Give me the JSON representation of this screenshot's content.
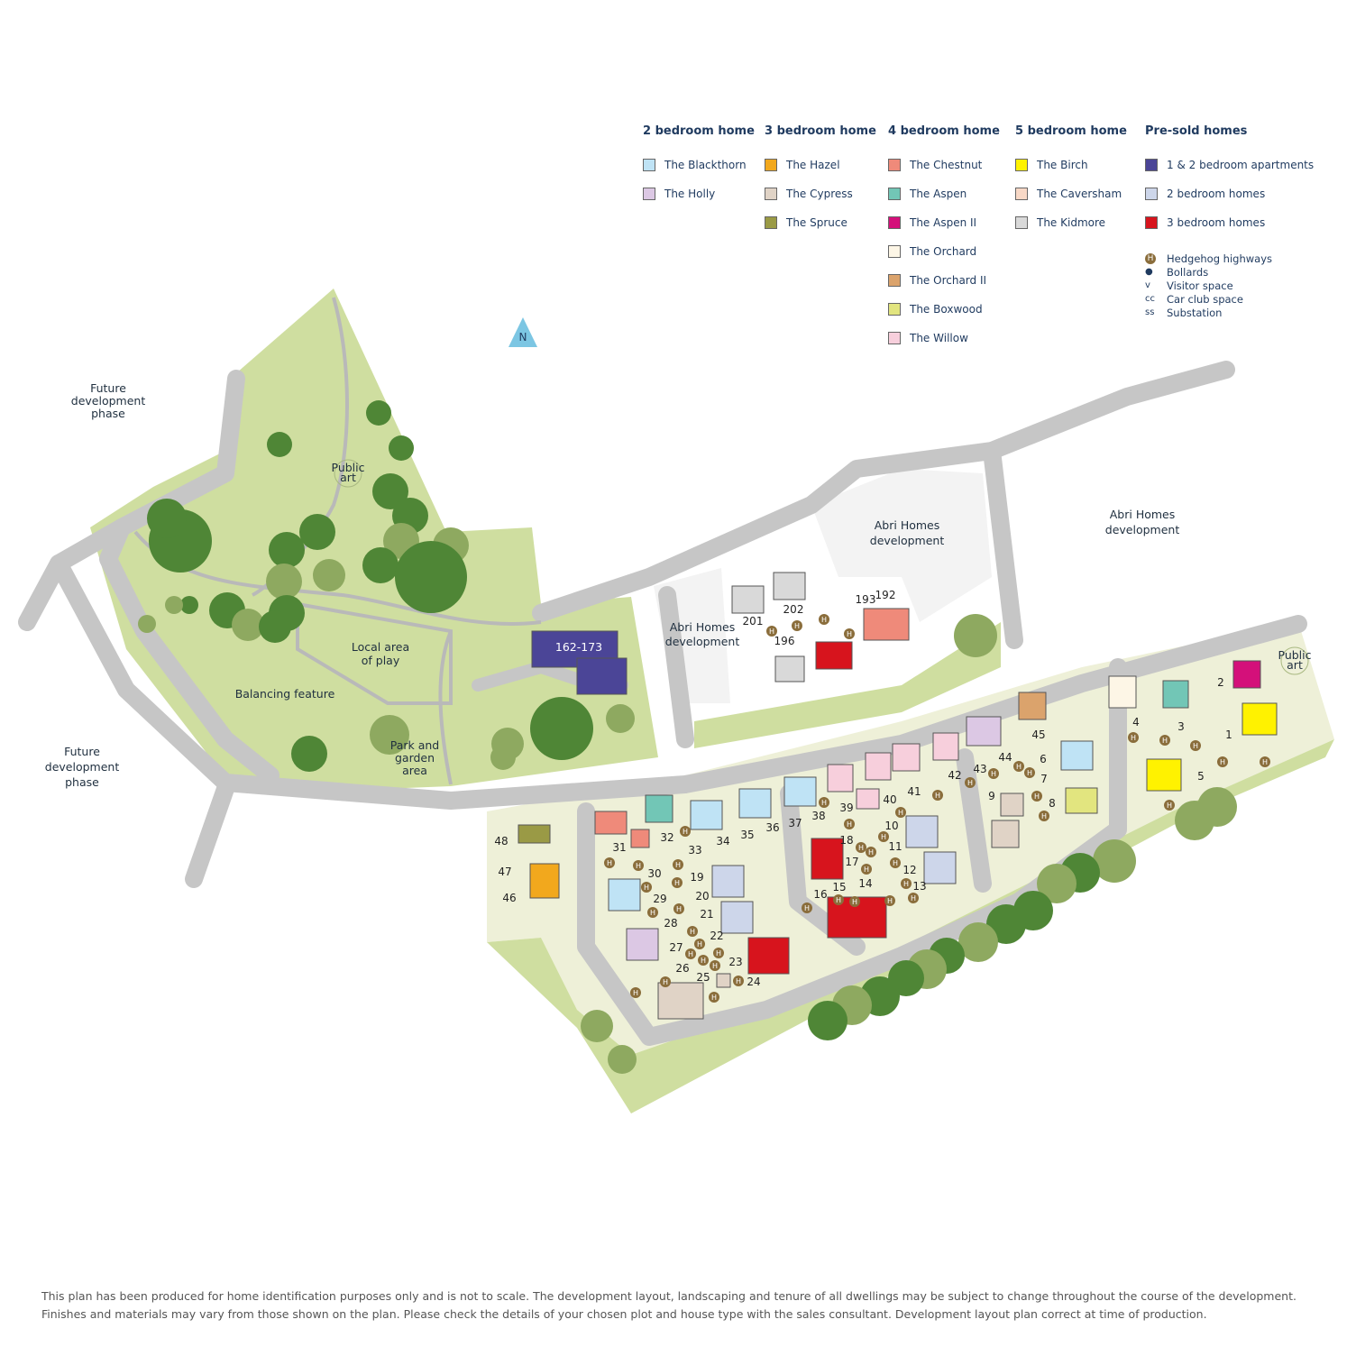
{
  "legend": {
    "groups": [
      {
        "title": "2 bedroom home",
        "items": [
          {
            "label": "The Blackthorn",
            "color": "#bfe3f5"
          },
          {
            "label": "The Holly",
            "color": "#dcc8e4"
          }
        ]
      },
      {
        "title": "3 bedroom home",
        "items": [
          {
            "label": "The Hazel",
            "color": "#f2a81d"
          },
          {
            "label": "The Cypress",
            "color": "#e0d3c6"
          },
          {
            "label": "The Spruce",
            "color": "#9a9a45"
          }
        ]
      },
      {
        "title": "4 bedroom home",
        "items": [
          {
            "label": "The Chestnut",
            "color": "#ef8a7a"
          },
          {
            "label": "The Aspen",
            "color": "#72c6b6"
          },
          {
            "label": "The Aspen II",
            "color": "#d4107a"
          },
          {
            "label": "The Orchard",
            "color": "#fdf6e6"
          },
          {
            "label": "The Orchard II",
            "color": "#dba36c"
          },
          {
            "label": "The Boxwood",
            "color": "#e2e57f"
          },
          {
            "label": "The Willow",
            "color": "#f7cfdc"
          }
        ]
      },
      {
        "title": "5 bedroom home",
        "items": [
          {
            "label": "The Birch",
            "color": "#fff200"
          },
          {
            "label": "The Caversham",
            "color": "#f8d8c6"
          },
          {
            "label": "The Kidmore",
            "color": "#d9d9d9"
          }
        ]
      },
      {
        "title": "Pre-sold homes",
        "items": [
          {
            "label": "1 & 2 bedroom apartments",
            "color": "#4b4597"
          },
          {
            "label": "2 bedroom homes",
            "color": "#cdd6ea"
          },
          {
            "label": "3 bedroom homes",
            "color": "#d7141d"
          }
        ]
      }
    ],
    "symbols": [
      {
        "key": "H",
        "label": "Hedgehog highways"
      },
      {
        "key": "●",
        "label": "Bollards"
      },
      {
        "key": "v",
        "label": "Visitor space"
      },
      {
        "key": "cc",
        "label": "Car club space"
      },
      {
        "key": "ss",
        "label": "Substation"
      }
    ]
  },
  "map": {
    "north": "N",
    "hedgehog_symbol": "H",
    "labels": {
      "future_1": [
        "Future",
        "development",
        "phase"
      ],
      "future_2": [
        "Future",
        "development",
        "phase"
      ],
      "public_art_1": [
        "Public",
        "art"
      ],
      "public_art_2": [
        "Public",
        "art"
      ],
      "local_play": [
        "Local area",
        "of play"
      ],
      "balancing": "Balancing feature",
      "park": [
        "Park and",
        "garden",
        "area"
      ],
      "abri_1": [
        "Abri Homes",
        "development"
      ],
      "abri_2": [
        "Abri Homes",
        "development"
      ],
      "abri_3": [
        "Abri Homes",
        "development"
      ],
      "apartments": "162-173"
    },
    "plots": [
      "1",
      "2",
      "3",
      "4",
      "5",
      "6",
      "7",
      "8",
      "9",
      "10",
      "11",
      "12",
      "13",
      "14",
      "15",
      "16",
      "17",
      "18",
      "19",
      "20",
      "21",
      "22",
      "23",
      "24",
      "25",
      "26",
      "27",
      "28",
      "29",
      "30",
      "31",
      "32",
      "33",
      "34",
      "35",
      "36",
      "37",
      "38",
      "39",
      "40",
      "41",
      "42",
      "43",
      "44",
      "45",
      "46",
      "47",
      "48",
      "192",
      "193",
      "196",
      "201",
      "202"
    ]
  },
  "footer": {
    "line1": "This plan has been produced for home identification purposes only and is not to scale. The development layout, landscaping and tenure of all dwellings may be subject to change throughout the course of the development.",
    "line2": "Finishes and materials may vary from those shown on the plan. Please check the details of your chosen plot and house type with the sales consultant. Development layout plan correct at time of production."
  }
}
